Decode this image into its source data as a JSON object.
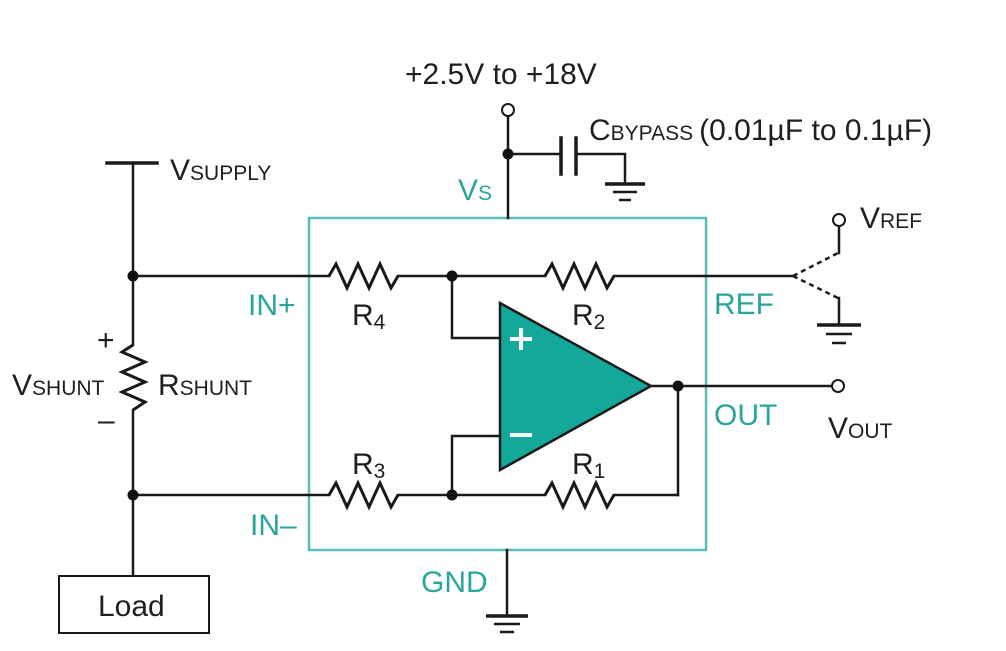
{
  "diagram": {
    "type": "circuit-schematic",
    "title": "",
    "colors": {
      "wire": "#1a1a1a",
      "chip_outline": "#5bbcb5",
      "pin_label": "#2aa59c",
      "opamp_fill": "#13a899"
    },
    "supply": {
      "range_label": "+2.5V to +18V",
      "vs_main": "V",
      "vs_sub": "S"
    },
    "bypass_cap": {
      "main": "C",
      "sub": "BYPASS",
      "value": "(0.01µF to 0.1µF)"
    },
    "vsupply": {
      "main": "V",
      "sub": "SUPPLY"
    },
    "vshunt": {
      "main": "V",
      "sub": "SHUNT",
      "plus": "+",
      "minus": "–"
    },
    "rshunt": {
      "main": "R",
      "sub": "SHUNT"
    },
    "load": {
      "label": "Load"
    },
    "pins": {
      "in_plus": "IN+",
      "in_minus": "IN–",
      "ref": "REF",
      "out": "OUT",
      "gnd": "GND"
    },
    "resistors": [
      {
        "main": "R",
        "sub": "4"
      },
      {
        "main": "R",
        "sub": "2"
      },
      {
        "main": "R",
        "sub": "3"
      },
      {
        "main": "R",
        "sub": "1"
      }
    ],
    "opamp": {
      "plus": "+",
      "minus": "–"
    },
    "vref": {
      "main": "V",
      "sub": "REF"
    },
    "vout": {
      "main": "V",
      "sub": "OUT"
    }
  }
}
